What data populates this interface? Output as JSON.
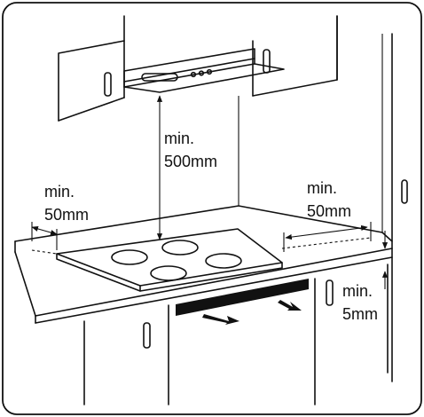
{
  "diagram": {
    "dimensions": {
      "hood_clearance": {
        "line1": "min.",
        "line2": "500mm"
      },
      "left_clearance": {
        "line1": "min.",
        "line2": "50mm"
      },
      "right_clearance": {
        "line1": "min.",
        "line2": "50mm"
      },
      "bottom_clearance": {
        "line1": "min.",
        "line2": "5mm"
      }
    },
    "colors": {
      "line": "#111111",
      "background": "#ffffff"
    }
  }
}
